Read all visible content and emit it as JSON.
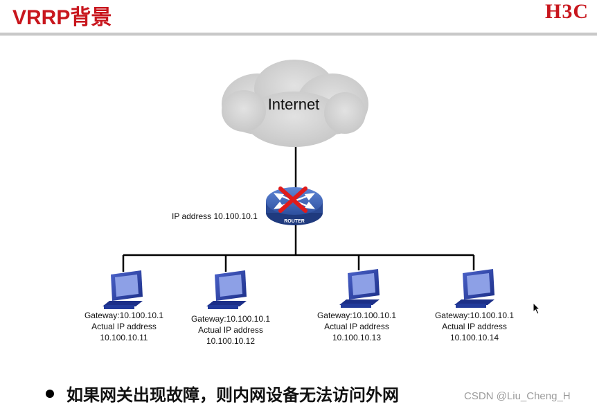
{
  "header": {
    "title": "VRRP背景",
    "logo": "H3C"
  },
  "cloud": {
    "label": "Internet"
  },
  "router": {
    "badge": "ROUTER",
    "ip_label": "IP address 10.100.10.1",
    "status": "failed"
  },
  "hosts": [
    {
      "line1": "Gateway:10.100.10.1",
      "line2": "Actual IP address",
      "line3": "10.100.10.11"
    },
    {
      "line1": "Gateway:10.100.10.1",
      "line2": "Actual IP address",
      "line3": "10.100.10.12"
    },
    {
      "line1": "Gateway:10.100.10.1",
      "line2": "Actual IP address",
      "line3": "10.100.10.13"
    },
    {
      "line1": "Gateway:10.100.10.1",
      "line2": "Actual IP address",
      "line3": "10.100.10.14"
    }
  ],
  "bullet": {
    "text": "如果网关出现故障，则内网设备无法访问外网"
  },
  "watermark": "CSDN @Liu_Cheng_H",
  "colors": {
    "brand": "#c8161d",
    "router": "#3d63b5",
    "failure_mark": "#e01b1b",
    "cloud": "#d4d4d4"
  }
}
